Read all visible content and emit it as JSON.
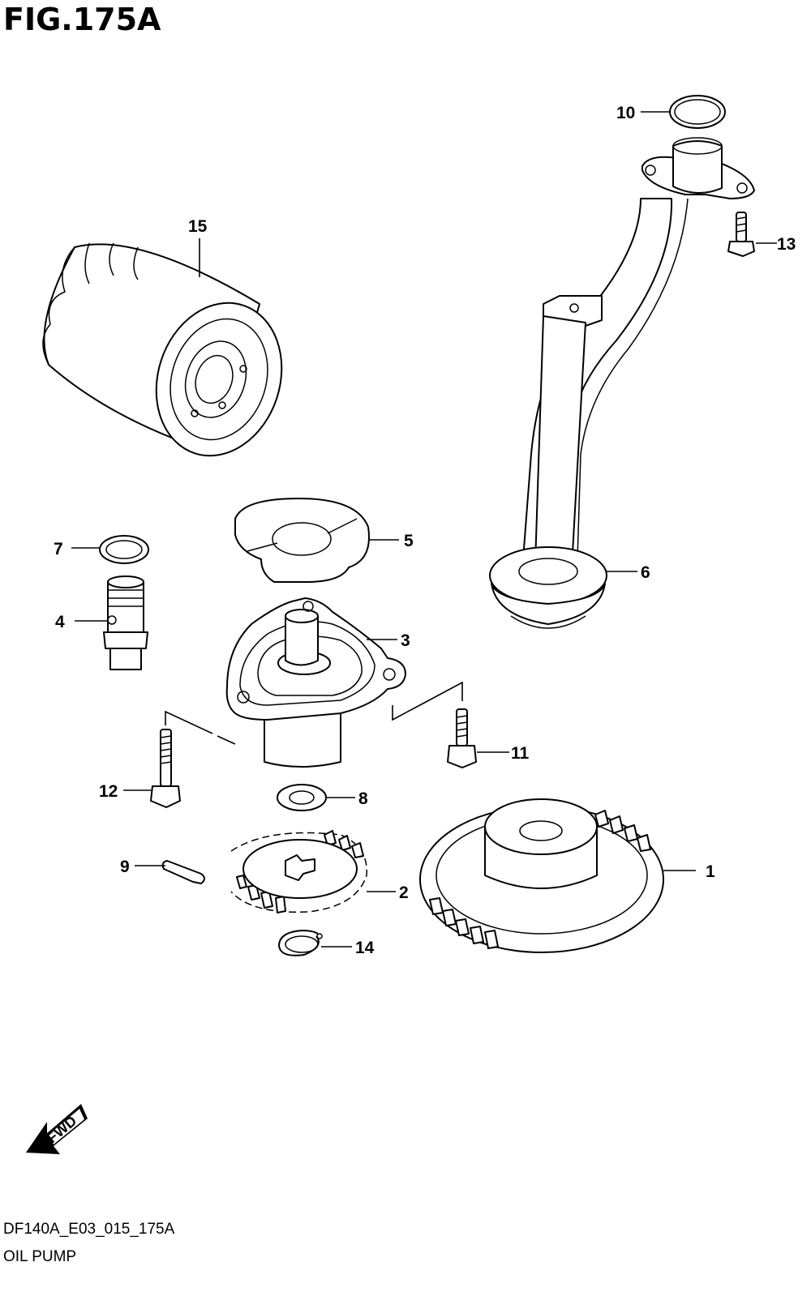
{
  "figure": {
    "title": "FIG.175A",
    "code": "DF140A_E03_015_175A",
    "name": "OIL PUMP",
    "fwd_label": "FWD"
  },
  "callouts": [
    "1",
    "2",
    "3",
    "4",
    "5",
    "6",
    "7",
    "8",
    "9",
    "10",
    "11",
    "12",
    "13",
    "14",
    "15"
  ],
  "parts": [
    {
      "ref": "1",
      "part": "driven gear"
    },
    {
      "ref": "2",
      "part": "drive gear"
    },
    {
      "ref": "3",
      "part": "oil pump housing"
    },
    {
      "ref": "4",
      "part": "fitting"
    },
    {
      "ref": "5",
      "part": "gasket"
    },
    {
      "ref": "6",
      "part": "oil strainer"
    },
    {
      "ref": "7",
      "part": "o-ring"
    },
    {
      "ref": "8",
      "part": "washer"
    },
    {
      "ref": "9",
      "part": "pin"
    },
    {
      "ref": "10",
      "part": "o-ring"
    },
    {
      "ref": "11",
      "part": "bolt"
    },
    {
      "ref": "12",
      "part": "bolt"
    },
    {
      "ref": "13",
      "part": "bolt"
    },
    {
      "ref": "14",
      "part": "circlip"
    },
    {
      "ref": "15",
      "part": "oil filter"
    }
  ],
  "icons": [
    "fwd-arrow-icon"
  ]
}
